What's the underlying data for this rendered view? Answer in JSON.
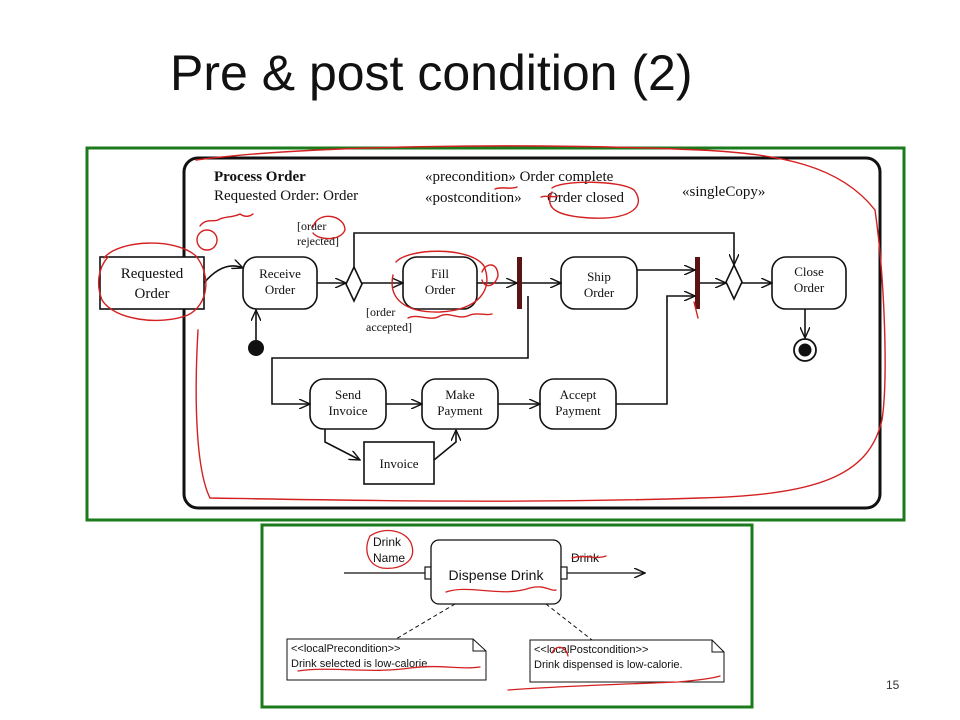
{
  "slide": {
    "title": "Pre & post condition (2)",
    "page_number": "15"
  },
  "activity_diagram": {
    "activity_name": "Process Order",
    "parameter": "Requested Order: Order",
    "precondition": "«precondition» Order complete",
    "postcondition_prefix": "«postcondition»",
    "postcondition_value": "Order closed",
    "single_copy": "«singleCopy»",
    "input_pin": [
      "Requested",
      "Order"
    ],
    "handwritten_note": "order",
    "actions": {
      "receive_order": [
        "Receive",
        "Order"
      ],
      "fill_order": [
        "Fill",
        "Order"
      ],
      "ship_order": [
        "Ship",
        "Order"
      ],
      "close_order": [
        "Close",
        "Order"
      ],
      "send_invoice": [
        "Send",
        "Invoice"
      ],
      "make_payment": [
        "Make",
        "Payment"
      ],
      "accept_payment": [
        "Accept",
        "Payment"
      ]
    },
    "object_node": "Invoice",
    "guards": {
      "rejected": [
        "[order",
        "rejected]"
      ],
      "accepted": [
        "[order",
        "accepted]"
      ]
    }
  },
  "action_diagram": {
    "input_label": [
      "Drink",
      "Name"
    ],
    "action": "Dispense Drink",
    "output_label": "Drink",
    "local_precondition": [
      "<<localPrecondition>>",
      "Drink selected is low-calorie."
    ],
    "local_postcondition": [
      "<<localPostcondition>>",
      "Drink dispensed is low-calorie."
    ]
  },
  "colors": {
    "frame_green": "#1b7a1b",
    "annotation_red": "#d42020",
    "fork_bar": "#5a1414"
  }
}
